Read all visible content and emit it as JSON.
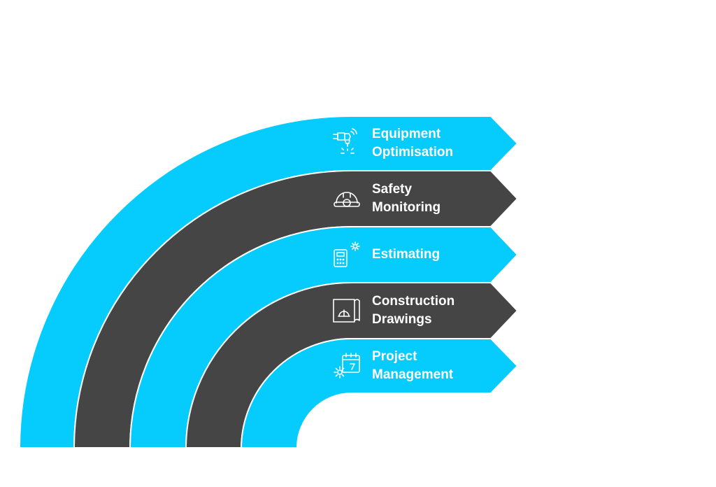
{
  "colors": {
    "cyan": "#05CCFC",
    "dark": "#454545",
    "separator": "#ffffff",
    "text": "#ffffff"
  },
  "stages": [
    {
      "id": "equipment-optimisation",
      "line1": "Equipment",
      "line2": "Optimisation",
      "icon": "jackhammer-icon",
      "color": "cyan"
    },
    {
      "id": "safety-monitoring",
      "line1": "Safety",
      "line2": "Monitoring",
      "icon": "hard-hat-icon",
      "color": "dark"
    },
    {
      "id": "estimating",
      "line1": "Estimating",
      "line2": "",
      "icon": "calculator-gear-icon",
      "color": "cyan"
    },
    {
      "id": "construction-drawings",
      "line1": "Construction",
      "line2": "Drawings",
      "icon": "blueprint-icon",
      "color": "dark"
    },
    {
      "id": "project-management",
      "line1": "Project",
      "line2": "Management",
      "icon": "calendar-gear-icon",
      "color": "cyan"
    }
  ]
}
